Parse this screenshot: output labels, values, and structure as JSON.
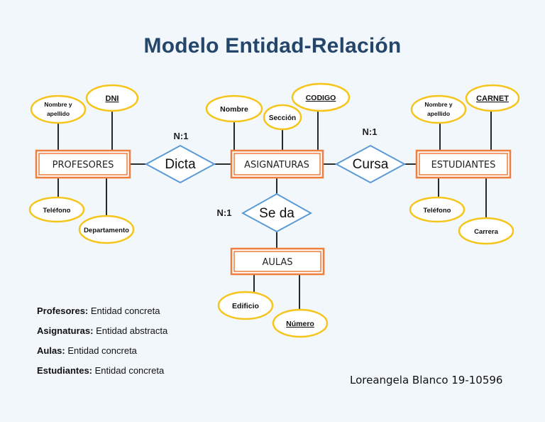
{
  "title": "Modelo Entidad-Relación",
  "entities": {
    "profesores": "PROFESORES",
    "asignaturas": "ASIGNATURAS",
    "estudiantes": "ESTUDIANTES",
    "aulas": "AULAS"
  },
  "relationships": {
    "dicta": "Dicta",
    "cursa": "Cursa",
    "se_da": "Se da"
  },
  "cardinalities": {
    "dicta": "N:1",
    "cursa": "N:1",
    "se_da": "N:1"
  },
  "attributes": {
    "prof_nombre_1": "Nombre y",
    "prof_nombre_2": "apellido",
    "prof_dni": "DNI",
    "prof_telefono": "Teléfono",
    "prof_departamento": "Departamento",
    "asig_nombre": "Nombre",
    "asig_seccion": "Sección",
    "asig_codigo": "CODIGO",
    "est_nombre_1": "Nombre y",
    "est_nombre_2": "apellido",
    "est_carnet": "CARNET",
    "est_telefono": "Teléfono",
    "est_carrera": "Carrera",
    "aula_edificio": "Edificio",
    "aula_numero": "Número"
  },
  "legend": [
    {
      "label": "Profesores:",
      "value": " Entidad concreta"
    },
    {
      "label": "Asignaturas:",
      "value": " Entidad abstracta"
    },
    {
      "label": "Aulas:",
      "value": " Entidad concreta"
    },
    {
      "label": "Estudiantes:",
      "value": " Entidad concreta"
    }
  ],
  "author": "Loreangela Blanco 19-10596",
  "colors": {
    "entity_border": "#ef7d3c",
    "attribute_border": "#f5c51b",
    "relationship_border": "#5b9bd5",
    "title": "#23466a",
    "background": "#f2f7fc"
  }
}
